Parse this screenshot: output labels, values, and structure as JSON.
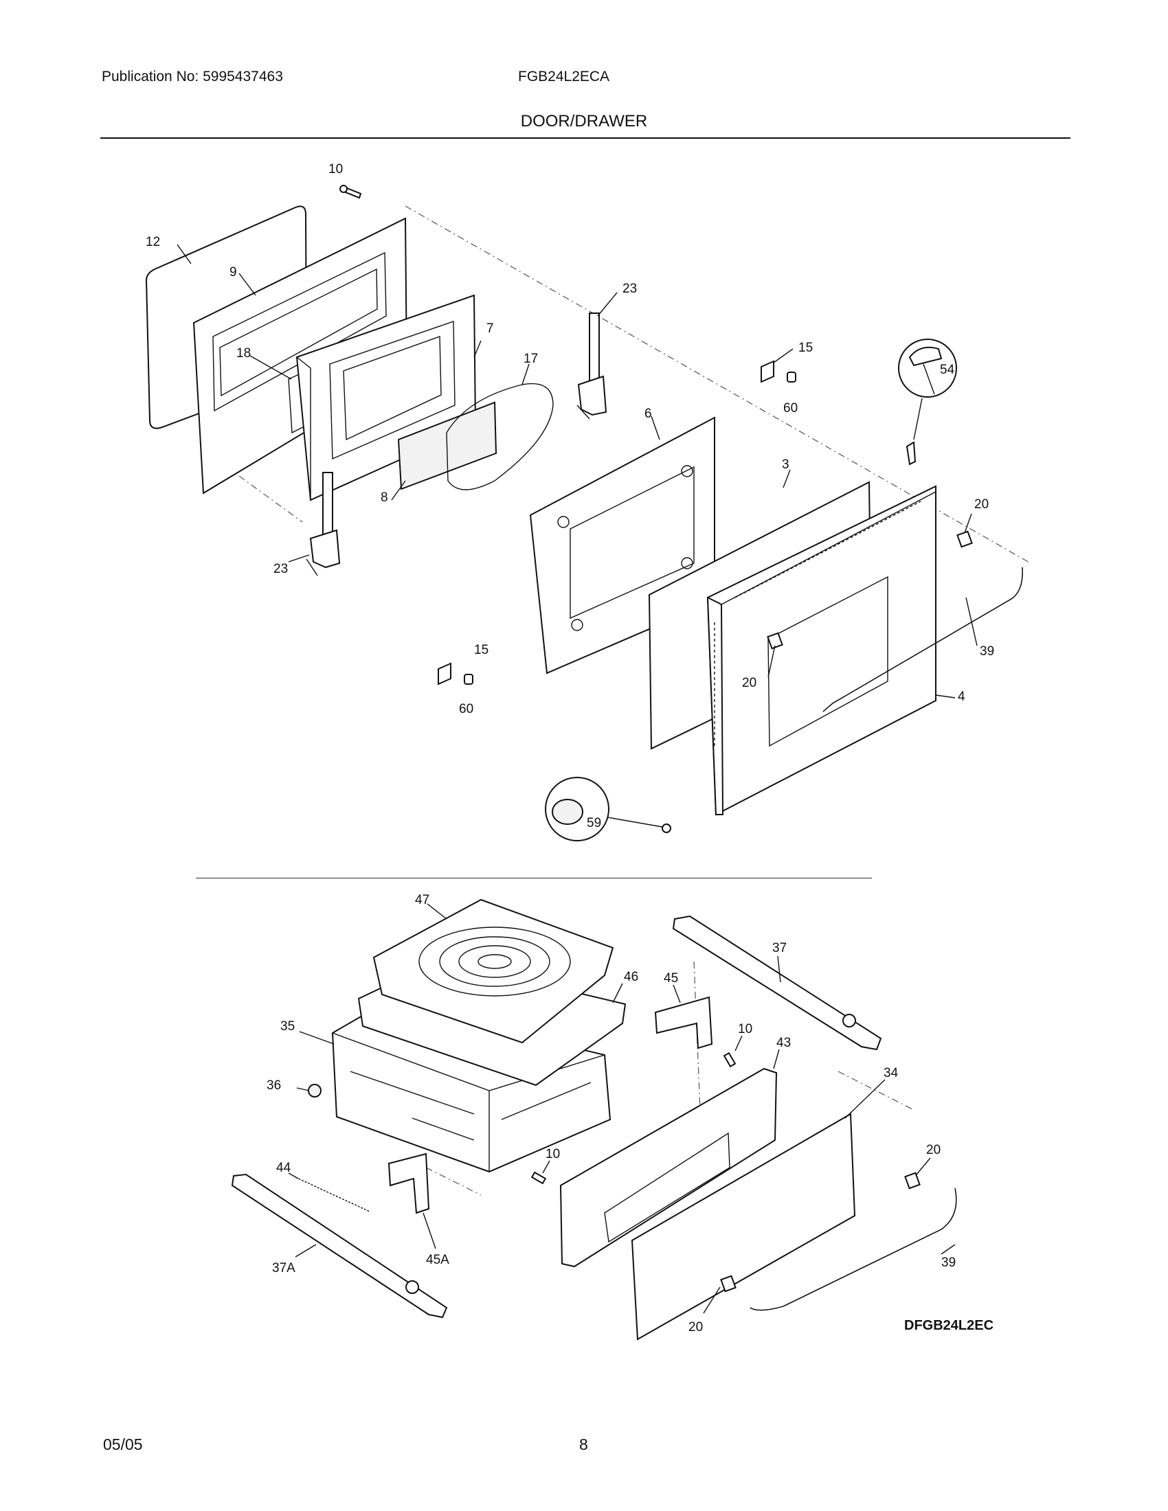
{
  "header": {
    "publication": "Publication No: 5995437463",
    "model": "FGB24L2ECA",
    "section_title": "DOOR/DRAWER"
  },
  "footer": {
    "date": "05/05",
    "page_number": "8"
  },
  "diagram": {
    "code": "DFGB24L2EC",
    "door_callouts": [
      "10",
      "12",
      "9",
      "18",
      "7",
      "17",
      "8",
      "23",
      "23",
      "6",
      "3",
      "15",
      "60",
      "15",
      "60",
      "54",
      "20",
      "20",
      "39",
      "4",
      "59"
    ],
    "drawer_callouts": [
      "47",
      "46",
      "45",
      "37",
      "35",
      "10",
      "43",
      "36",
      "34",
      "44",
      "10",
      "20",
      "45A",
      "37A",
      "39",
      "20"
    ]
  }
}
